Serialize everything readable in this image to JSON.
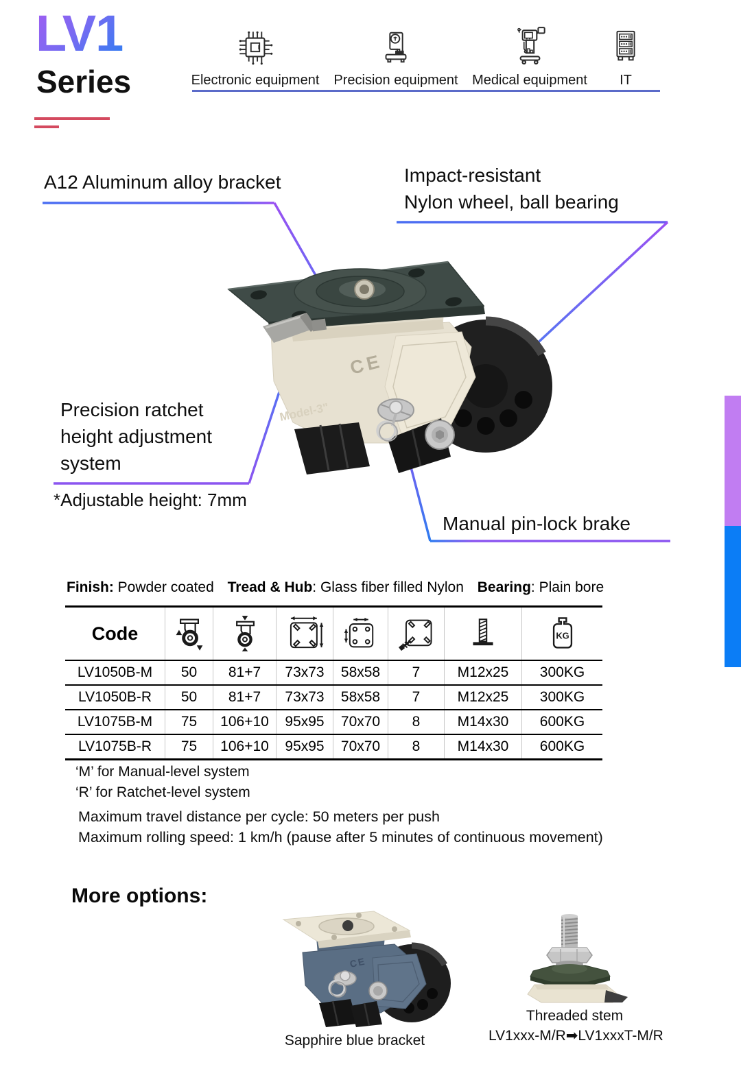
{
  "brand": {
    "series_code": "LV1",
    "series_label": "Series"
  },
  "applications": {
    "items": [
      {
        "label": "Electronic equipment",
        "icon": "chip-icon"
      },
      {
        "label": "Precision equipment",
        "icon": "press-machine-icon"
      },
      {
        "label": "Medical equipment",
        "icon": "medical-machine-icon"
      },
      {
        "label": "IT",
        "icon": "server-rack-icon"
      }
    ]
  },
  "callouts": {
    "bracket": "A12 Aluminum alloy bracket",
    "wheel_line1": "Impact-resistant",
    "wheel_line2": "Nylon wheel, ball bearing",
    "ratchet_line1": "Precision ratchet",
    "ratchet_line2": "height adjustment",
    "ratchet_line3": "system",
    "adjustable_height": "*Adjustable height: 7mm",
    "brake": "Manual pin-lock brake"
  },
  "product_markings": {
    "ce": "CE",
    "model": "Model-3\""
  },
  "materials": {
    "finish_label": "Finish:",
    "finish_value": "Powder coated",
    "tread_label": "Tread & Hub",
    "tread_value": ": Glass fiber filled Nylon",
    "bearing_label": "Bearing",
    "bearing_value": ": Plain bore"
  },
  "table": {
    "code_header": "Code",
    "column_icon_names": [
      "wheel-diameter-icon",
      "overall-height-icon",
      "plate-size-icon",
      "bolt-spacing-icon",
      "bolt-hole-icon",
      "thread-stud-icon",
      "load-capacity-icon"
    ],
    "icons": {
      "kg_label": "KG"
    },
    "rows": [
      [
        "LV1050B-M",
        "50",
        "81+7",
        "73x73",
        "58x58",
        "7",
        "M12x25",
        "300KG"
      ],
      [
        "LV1050B-R",
        "50",
        "81+7",
        "73x73",
        "58x58",
        "7",
        "M12x25",
        "300KG"
      ],
      [
        "LV1075B-M",
        "75",
        "106+10",
        "95x95",
        "70x70",
        "8",
        "M14x30",
        "600KG"
      ],
      [
        "LV1075B-R",
        "75",
        "106+10",
        "95x95",
        "70x70",
        "8",
        "M14x30",
        "600KG"
      ]
    ]
  },
  "notes": {
    "m_note": "‘M’ for Manual-level system",
    "r_note": "‘R’ for Ratchet-level system",
    "travel": "Maximum travel distance per cycle: 50 meters per push",
    "speed": "Maximum rolling speed: 1 km/h (pause after 5 minutes of continuous movement)"
  },
  "more_options": {
    "heading": "More options:",
    "options": [
      {
        "caption": "Sapphire blue bracket"
      },
      {
        "caption_line1": "Threaded stem",
        "caption_line2": "LV1xxx-M/R➡LV1xxxT-M/R"
      }
    ]
  },
  "colors": {
    "accent_purple": "#a25df2",
    "accent_blue": "#2e7ef2",
    "underline_red": "#d44a5f",
    "apps_underline": "#5b6bc9",
    "sidebar_purple": "#c17df2",
    "sidebar_blue": "#0b7df6"
  }
}
